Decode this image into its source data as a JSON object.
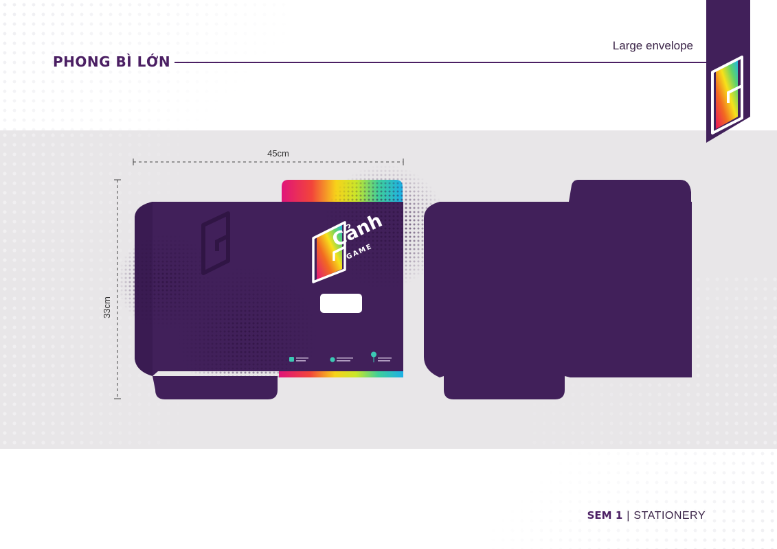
{
  "header": {
    "title": "PHONG BÌ LỚN",
    "subtitle": "Large envelope"
  },
  "envelope": {
    "width_label": "45cm",
    "height_label": "33cm",
    "logo_text": "Cảnh",
    "logo_subtext": "GAME"
  },
  "footer": {
    "section": "SEM 1",
    "separator": "|",
    "category": "STATIONERY"
  },
  "colors": {
    "brand_purple": "#41205a",
    "dark_purple": "#341848",
    "accent_line": "#4b1f63",
    "band_gray": "#e8e6e8"
  },
  "icons": [
    "brand-bookmark-icon",
    "phone-icon",
    "globe-icon",
    "location-icon"
  ]
}
